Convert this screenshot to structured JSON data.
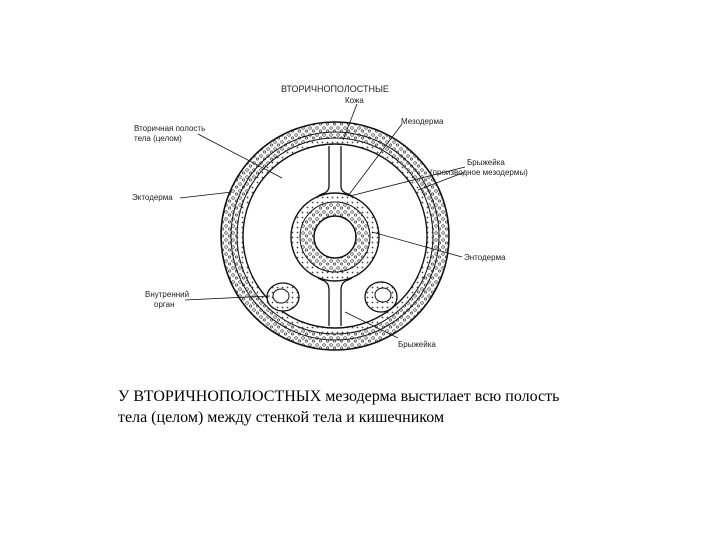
{
  "diagram": {
    "title": "ВТОРИЧНОПОЛОСТНЫЕ",
    "labels": {
      "skin": "Кожа",
      "coelom_line1": "Вторичная полость",
      "coelom_line2": "тела (целом)",
      "mesoderm": "Мезодерма",
      "mesentery_line1": "Брыжейка",
      "mesentery_line2": "(производное мезодермы)",
      "ectoderm": "Эктодерма",
      "endoderm": "Энтодерма",
      "internal_organ_line1": "Внутренний",
      "internal_organ_line2": "орган",
      "bottom_label": "Брыжейка"
    }
  },
  "caption": {
    "line1": "У ВТОРИЧНОПОЛОСТНЫХ мезодерма выстилает всю полость",
    "line2": "тела (целом) между стенкой тела и кишечником"
  }
}
